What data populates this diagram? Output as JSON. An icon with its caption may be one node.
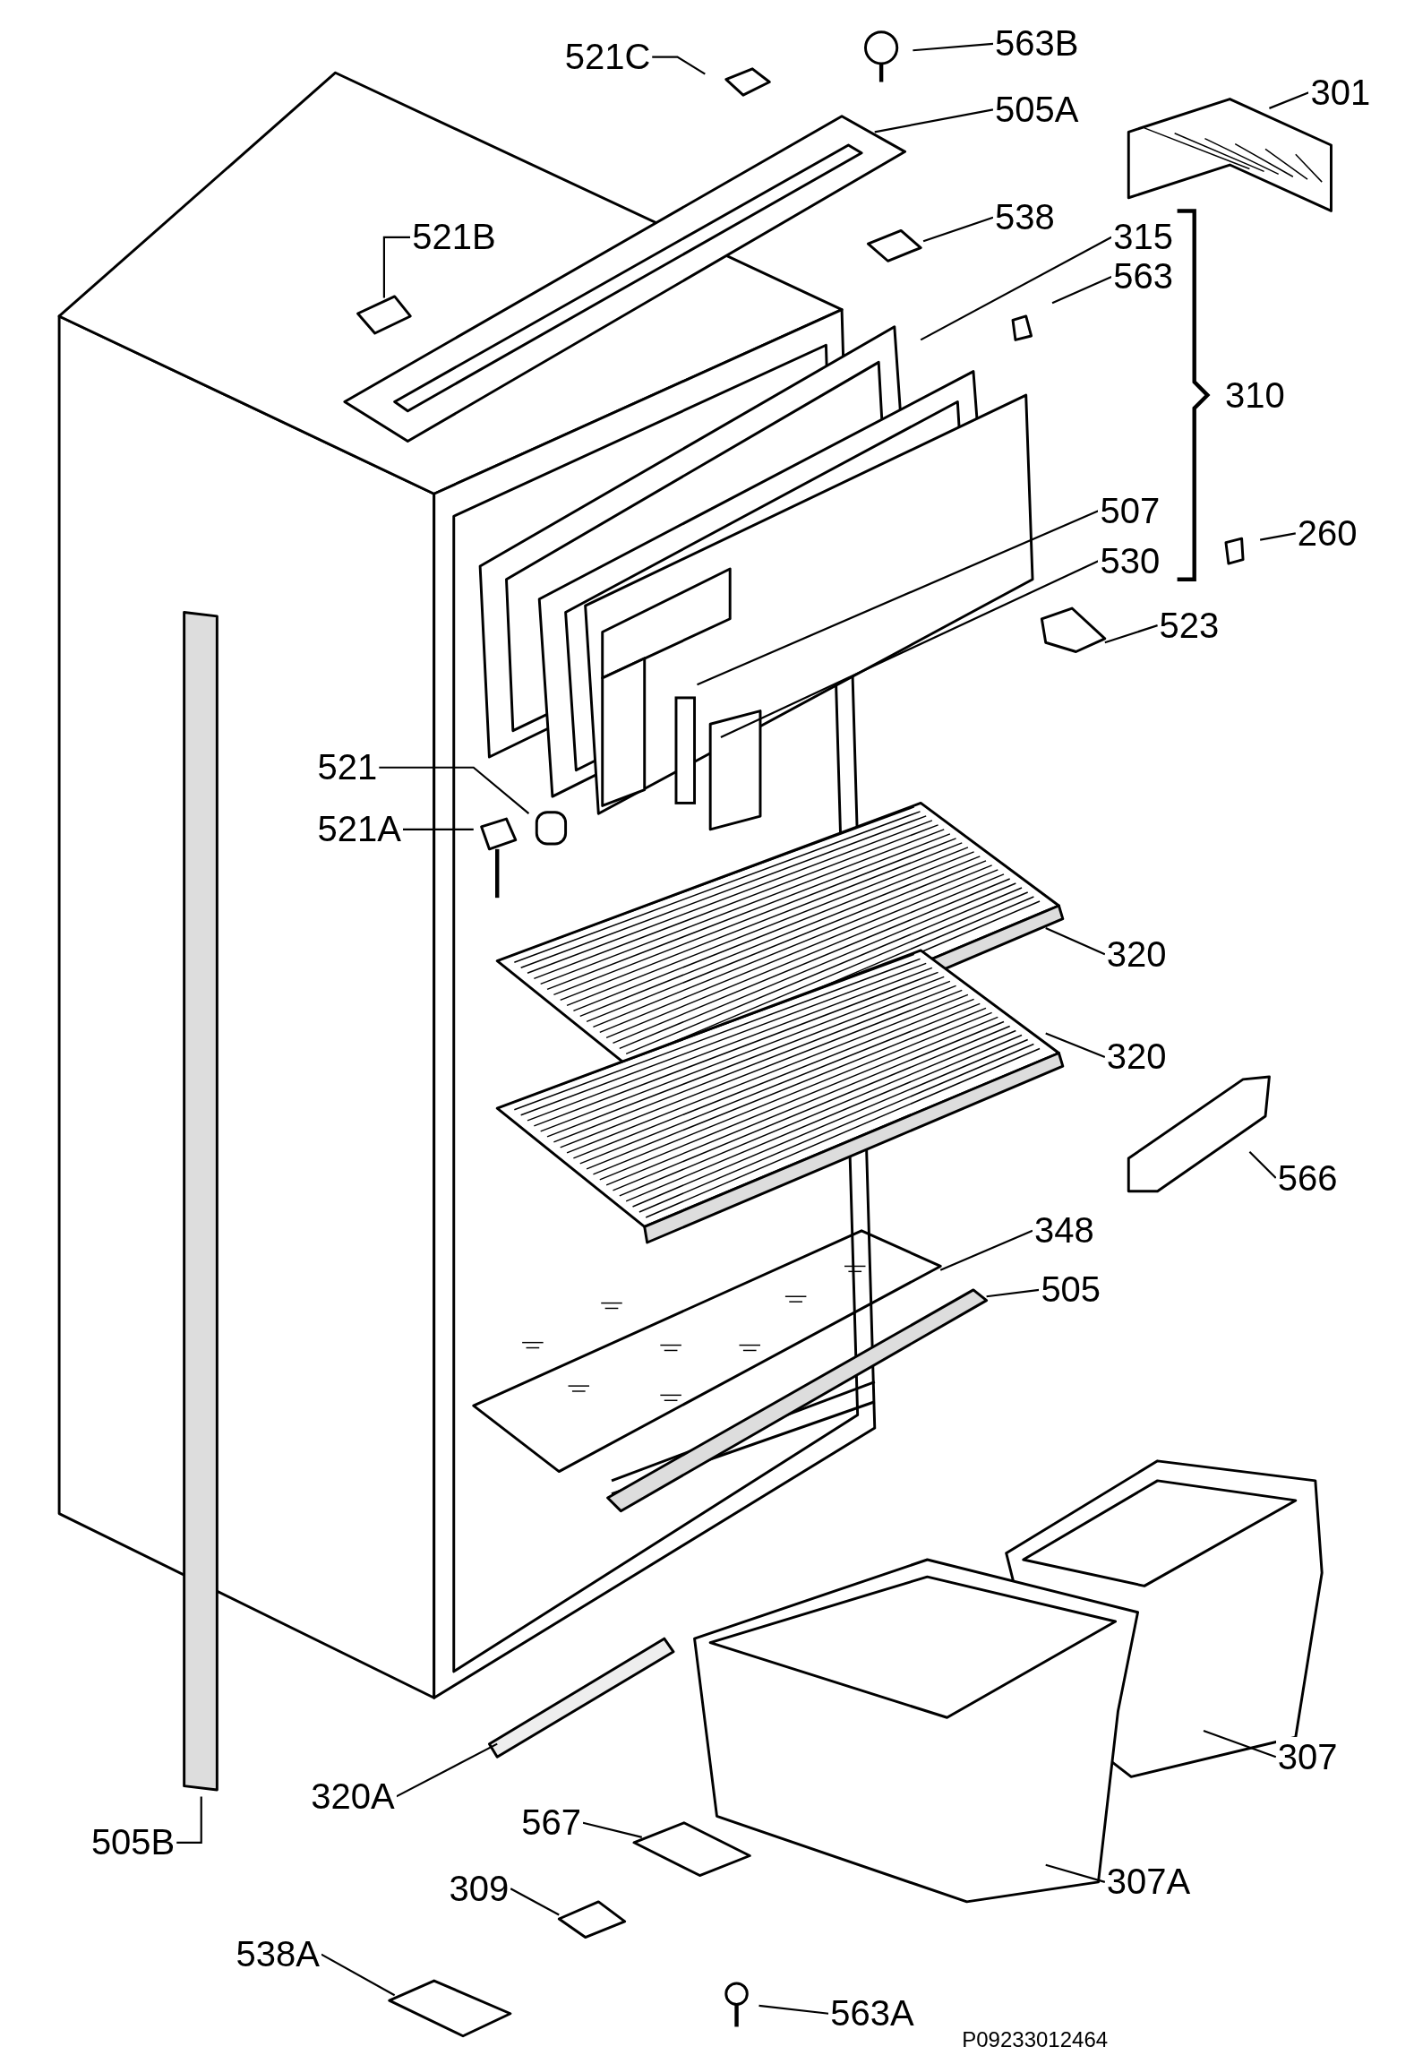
{
  "diagram": {
    "nodes": [
      {
        "text": [
          "521C"
        ]
      },
      {
        "text": [
          "563B"
        ]
      },
      {
        "text": [
          "505A"
        ]
      },
      {
        "text": [
          "301"
        ]
      },
      {
        "text": [
          "521B"
        ]
      },
      {
        "text": [
          "538"
        ]
      },
      {
        "text": [
          "315"
        ]
      },
      {
        "text": [
          "563"
        ]
      },
      {
        "text": [
          "310"
        ]
      },
      {
        "text": [
          "507"
        ]
      },
      {
        "text": [
          "530"
        ]
      },
      {
        "text": [
          "260"
        ]
      },
      {
        "text": [
          "523"
        ]
      },
      {
        "text": [
          "521"
        ]
      },
      {
        "text": [
          "521A"
        ]
      },
      {
        "text": [
          "320"
        ]
      },
      {
        "text": [
          "320"
        ]
      },
      {
        "text": [
          "566"
        ]
      },
      {
        "text": [
          "348"
        ]
      },
      {
        "text": [
          "505"
        ]
      },
      {
        "text": [
          "307"
        ]
      },
      {
        "text": [
          "320A"
        ]
      },
      {
        "text": [
          "505B"
        ]
      },
      {
        "text": [
          "567"
        ]
      },
      {
        "text": [
          "307A"
        ]
      },
      {
        "text": [
          "309"
        ]
      },
      {
        "text": [
          "538A"
        ]
      },
      {
        "text": [
          "563A"
        ]
      }
    ],
    "edges": [
      {
        "from": 0,
        "to": null,
        "arrow": "none"
      },
      {
        "from": 1,
        "to": null,
        "arrow": "none"
      },
      {
        "from": 2,
        "to": null,
        "arrow": "none"
      },
      {
        "from": 3,
        "to": null,
        "arrow": "none"
      },
      {
        "from": 4,
        "to": null,
        "arrow": "none"
      },
      {
        "from": 5,
        "to": null,
        "arrow": "none"
      },
      {
        "from": 6,
        "to": null,
        "arrow": "none"
      },
      {
        "from": 7,
        "to": null,
        "arrow": "none"
      },
      {
        "from": 9,
        "to": null,
        "arrow": "none"
      },
      {
        "from": 10,
        "to": null,
        "arrow": "none"
      },
      {
        "from": 11,
        "to": null,
        "arrow": "none"
      },
      {
        "from": 12,
        "to": null,
        "arrow": "none"
      },
      {
        "from": 13,
        "to": null,
        "arrow": "none"
      },
      {
        "from": 14,
        "to": null,
        "arrow": "none"
      },
      {
        "from": 15,
        "to": null,
        "arrow": "none"
      },
      {
        "from": 16,
        "to": null,
        "arrow": "none"
      },
      {
        "from": 17,
        "to": null,
        "arrow": "none"
      },
      {
        "from": 18,
        "to": null,
        "arrow": "none"
      },
      {
        "from": 19,
        "to": null,
        "arrow": "none"
      },
      {
        "from": 20,
        "to": null,
        "arrow": "none"
      },
      {
        "from": 21,
        "to": null,
        "arrow": "none"
      },
      {
        "from": 22,
        "to": null,
        "arrow": "none"
      },
      {
        "from": 23,
        "to": null,
        "arrow": "none"
      },
      {
        "from": 24,
        "to": null,
        "arrow": "none"
      },
      {
        "from": 25,
        "to": null,
        "arrow": "none"
      },
      {
        "from": 26,
        "to": null,
        "arrow": "none"
      },
      {
        "from": 27,
        "to": null,
        "arrow": "none"
      }
    ],
    "labels": [
      "P09233012464"
    ]
  }
}
